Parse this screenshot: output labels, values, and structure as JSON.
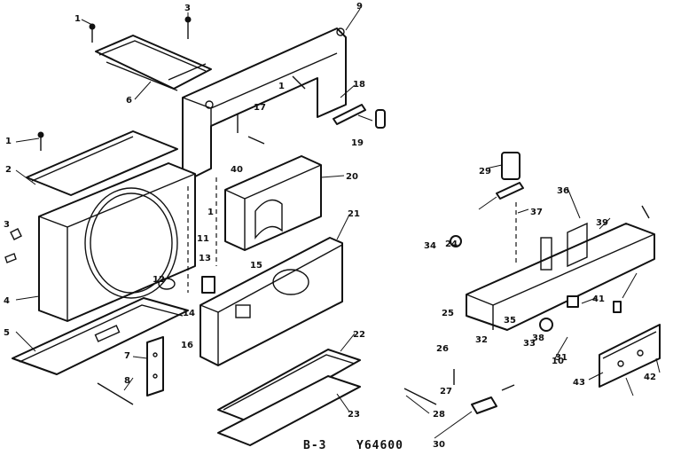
{
  "diagram": {
    "type": "exploded-parts-view",
    "caption": {
      "page": "B-3",
      "code": "Y64600"
    },
    "callouts": [
      "1",
      "2",
      "3",
      "4",
      "5",
      "6",
      "7",
      "8",
      "9",
      "10",
      "11",
      "12",
      "13",
      "14",
      "15",
      "16",
      "17",
      "18",
      "19",
      "20",
      "21",
      "22",
      "23",
      "24",
      "25",
      "26",
      "27",
      "28",
      "29",
      "30",
      "31",
      "32",
      "33",
      "34",
      "35",
      "36",
      "37",
      "38",
      "39",
      "40",
      "41",
      "42",
      "43"
    ],
    "line_color": "#111111",
    "background": "#ffffff"
  }
}
